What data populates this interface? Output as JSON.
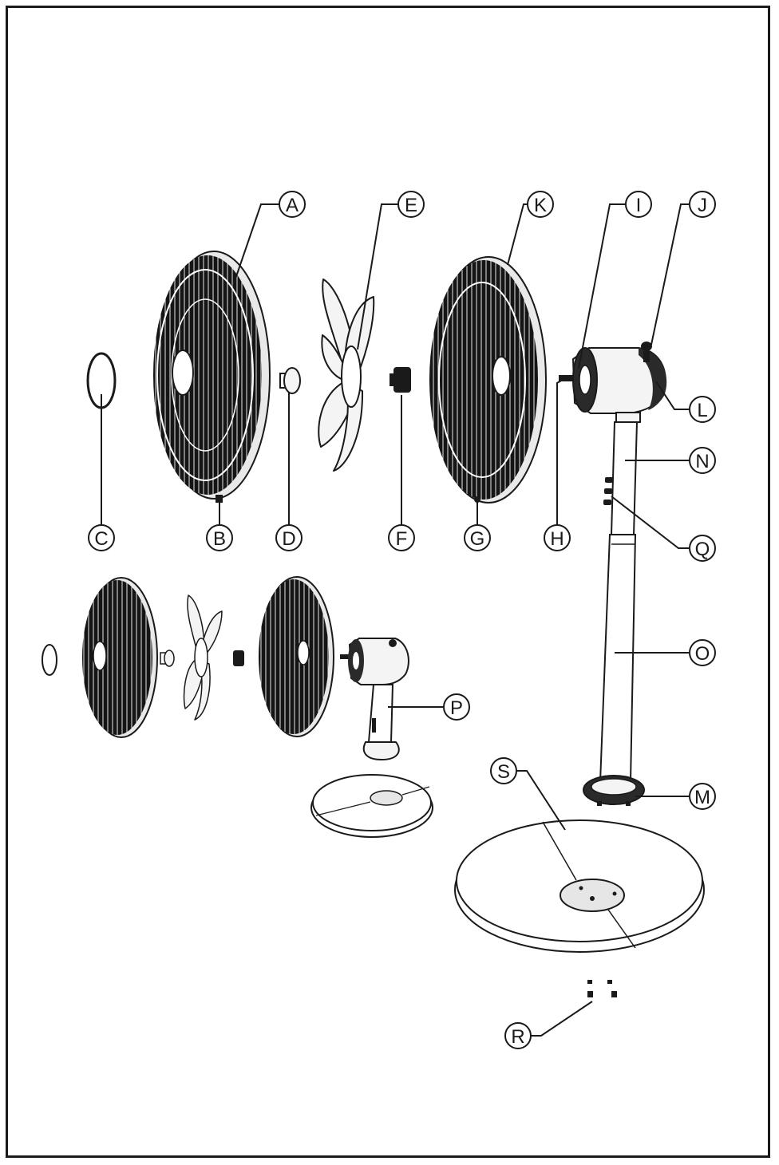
{
  "diagram": {
    "kind": "exploded-parts-view",
    "colors": {
      "ink": "#1a1a1a",
      "guard": "#151515",
      "paper": "#ffffff",
      "part_fill": "#f4f4f4"
    },
    "labels": {
      "A": "A",
      "B": "B",
      "C": "C",
      "D": "D",
      "E": "E",
      "F": "F",
      "G": "G",
      "H": "H",
      "I": "I",
      "J": "J",
      "K": "K",
      "L": "L",
      "M": "M",
      "N": "N",
      "O": "O",
      "P": "P",
      "Q": "Q",
      "R": "R",
      "S": "S"
    }
  }
}
